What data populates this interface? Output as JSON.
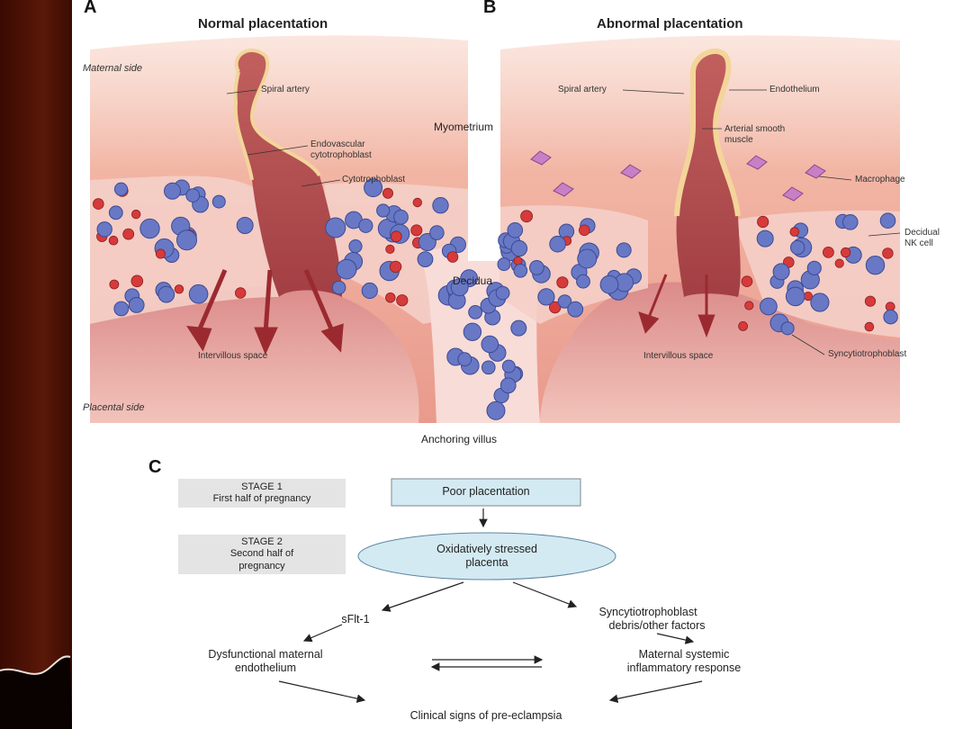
{
  "panels": {
    "a": {
      "letter": "A",
      "title": "Normal placentation"
    },
    "b": {
      "letter": "B",
      "title": "Abnormal placentation"
    },
    "c": {
      "letter": "C"
    }
  },
  "labels": {
    "maternal_side": "Maternal side",
    "placental_side": "Placental side",
    "spiral_artery_a": "Spiral artery",
    "endovascular_line1": "Endovascular",
    "endovascular_line2": "cytotrophoblast",
    "cytotrophoblast": "Cytotrophoblast",
    "myometrium": "Myometrium",
    "decidua": "Decidua",
    "intervillous_a": "Intervillous space",
    "anchoring_villus": "Anchoring villus",
    "spiral_artery_b": "Spiral artery",
    "endothelium": "Endothelium",
    "arterial_line1": "Arterial smooth",
    "arterial_line2": "muscle",
    "macrophage": "Macrophage",
    "decidual_nk_line1": "Decidual",
    "decidual_nk_line2": "NK cell",
    "intervillous_b": "Intervillous space",
    "syncytiotrophoblast": "Syncytiotrophoblast"
  },
  "flowchart": {
    "stage1_line1": "STAGE 1",
    "stage1_line2": "First half of pregnancy",
    "stage2_line1": "STAGE 2",
    "stage2_line2": "Second half of",
    "stage2_line3": "pregnancy",
    "poor_placentation": "Poor placentation",
    "oxidative_line1": "Oxidatively stressed",
    "oxidative_line2": "placenta",
    "sflt": "sFlt-1",
    "syncytio_line1": "Syncytiotrophoblast",
    "syncytio_line2": "debris/other factors",
    "dysfunctional_line1": "Dysfunctional maternal",
    "dysfunctional_line2": "endothelium",
    "systemic_line1": "Maternal systemic",
    "systemic_line2": "inflammatory response",
    "clinical_signs": "Clinical signs of pre-eclampsia"
  },
  "colors": {
    "frame_dark": "#1a0400",
    "frame_brown": "#5a1808",
    "tissue_pink": "#f1b7a8",
    "blood_dark": "#b0464a",
    "artery_cream": "#f3d59a",
    "cell_blue": "#6878c4",
    "cell_red": "#d63a3a",
    "macrophage": "#c87fc6",
    "box_blue": "#d3eaf2",
    "stage_gray": "#e4e4e4"
  }
}
